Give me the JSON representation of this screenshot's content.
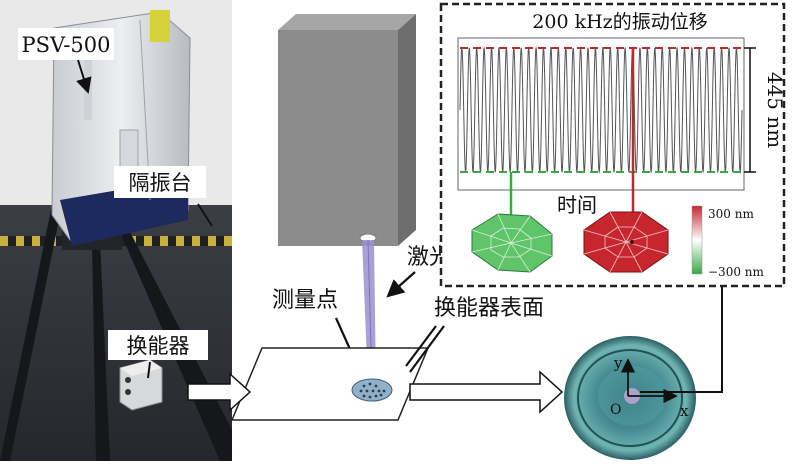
{
  "labels": {
    "instrument": "PSV-500",
    "isolation_table": "隔振台",
    "transducer": "换能器",
    "laser": "激光",
    "measure_point": "测量点",
    "transducer_surface": "换能器表面"
  },
  "inset": {
    "title": "200 kHz的振动位移",
    "amplitude": "445 nm",
    "x_axis": "时间",
    "colorbar_max": "300 nm",
    "colorbar_min": "−300 nm"
  },
  "surface_axes": {
    "y": "y",
    "x": "x",
    "origin": "O"
  },
  "colors": {
    "laser": "#9b8fcf",
    "box": "#8c8c8c",
    "wave": "#555555",
    "upper_dashed": "#c0282c",
    "lower_dashed": "#3aa845",
    "green_mode": "#5fc46a",
    "red_mode": "#c8262e",
    "disc": "#2f8c86"
  }
}
